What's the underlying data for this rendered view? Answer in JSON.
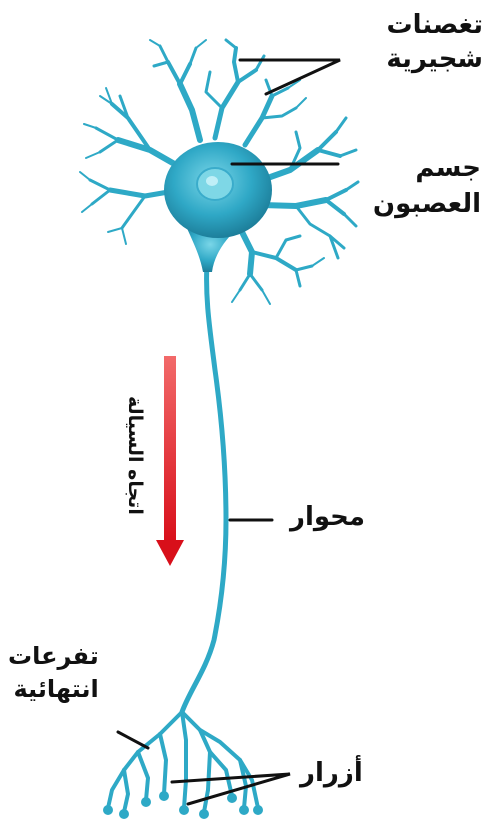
{
  "labels": {
    "dendrites_line1": "تغصنات",
    "dendrites_line2": "شجيرية",
    "cell_body_line1": "جسم",
    "cell_body_line2": "العصبون",
    "axon": "محوار",
    "terminal_line1": "تفرعات",
    "terminal_line2": "انتهائية",
    "buttons": "أزرار",
    "flow_direction": "اتجاه السيالة"
  },
  "colors": {
    "neuron_fill": "#2ea9c6",
    "neuron_highlight": "#6fd2e4",
    "nucleus": "#7ed7e6",
    "arrow": "#e01a22",
    "leader_line": "#111111"
  }
}
